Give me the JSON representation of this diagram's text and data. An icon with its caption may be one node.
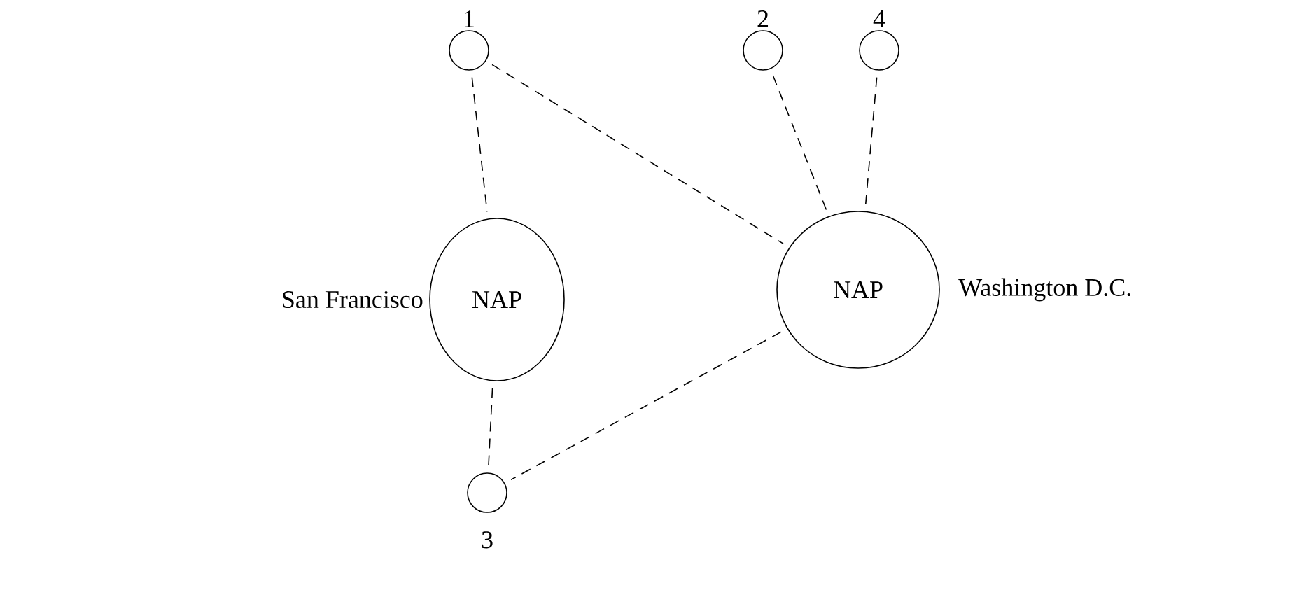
{
  "diagram": {
    "nodes": [
      {
        "text": [
          "NAP"
        ],
        "beside": [
          "San Francisco"
        ]
      },
      {
        "text": [
          "NAP"
        ],
        "beside": [
          "Washington D.C."
        ]
      },
      {
        "text": [],
        "shape": "circle",
        "beside": [
          "1"
        ]
      },
      {
        "text": [],
        "shape": "circle",
        "beside": [
          "2"
        ]
      },
      {
        "text": [],
        "shape": "circle",
        "beside": [
          "4"
        ]
      },
      {
        "text": [],
        "shape": "circle",
        "beside": [
          "3"
        ]
      }
    ],
    "edges": [
      {
        "from": 2,
        "to": 0,
        "arrow": "none",
        "style": "dashed"
      },
      {
        "from": 2,
        "to": 1,
        "arrow": "none",
        "style": "dashed"
      },
      {
        "from": 3,
        "to": 1,
        "arrow": "none",
        "style": "dashed"
      },
      {
        "from": 4,
        "to": 1,
        "arrow": "none",
        "style": "dashed"
      },
      {
        "from": 0,
        "to": 5,
        "arrow": "none",
        "style": "dashed"
      },
      {
        "from": 1,
        "to": 5,
        "arrow": "none",
        "style": "dashed"
      }
    ]
  }
}
